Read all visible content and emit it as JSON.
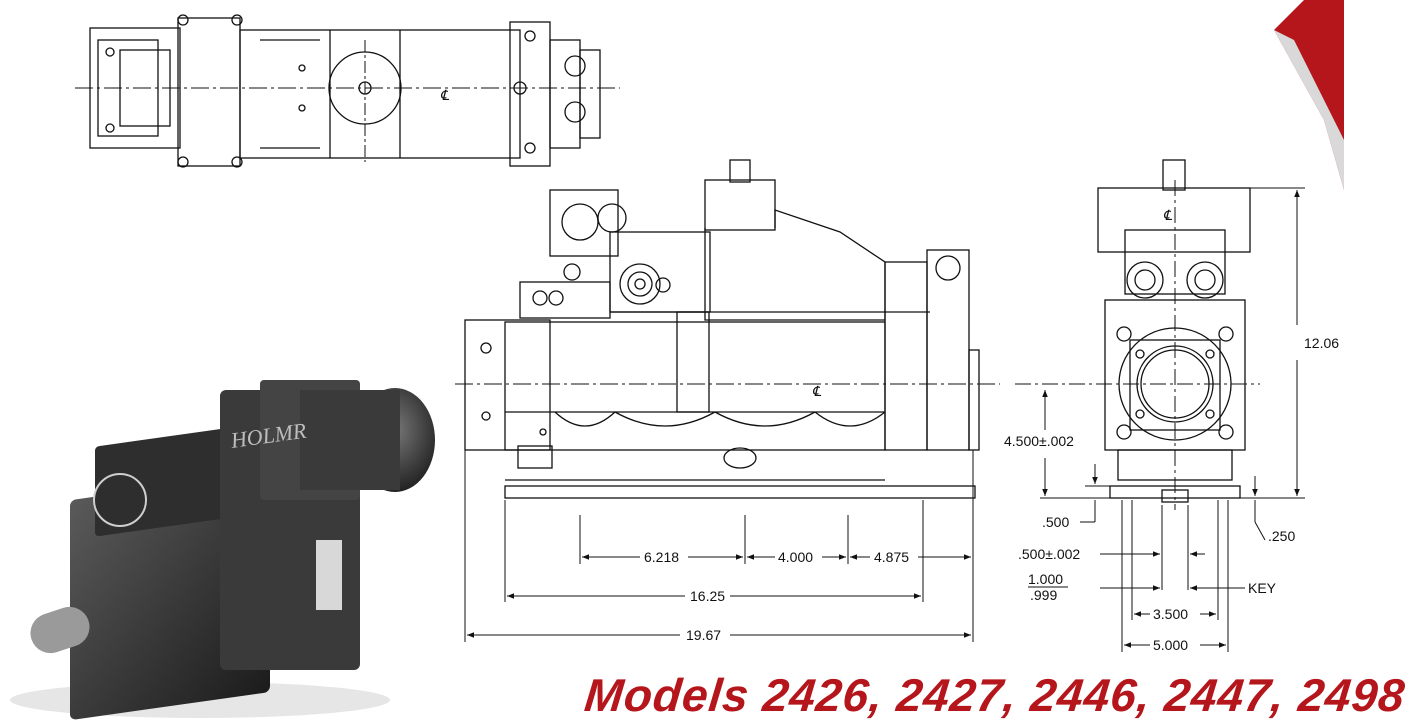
{
  "colors": {
    "accent": "#b5161b",
    "line": "#111111",
    "photo_dark": "#3a3a3a"
  },
  "drawing": {
    "centerline_symbol": "℄",
    "side_view": {
      "dim_6218": "6.218",
      "dim_4000": "4.000",
      "dim_4875": "4.875",
      "dim_1625": "16.25",
      "dim_1967": "19.67"
    },
    "end_view": {
      "height_overall": "12.06",
      "shaft_height": "4.500±.002",
      "base_thickness": ".500",
      "flange_step": ".250",
      "key_width": ".500±.002",
      "shaft_dia_max": "1.000",
      "shaft_dia_min": ".999",
      "key_label": "KEY",
      "bolt_spacing_inner": "3.500",
      "bolt_spacing_outer": "5.000"
    }
  },
  "photo": {
    "brand_text": "HOLMR"
  },
  "title": "Models 2426, 2427, 2446, 2447, 2498"
}
